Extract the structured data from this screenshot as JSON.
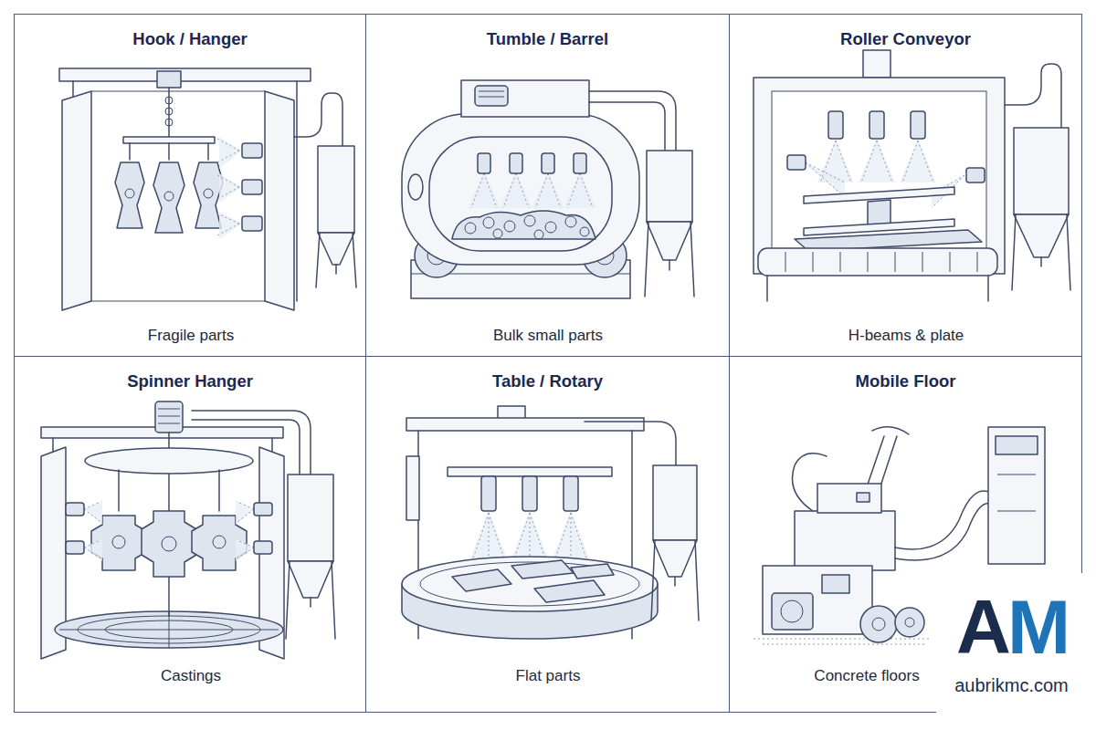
{
  "diagram": {
    "nodes": [
      {
        "text": [
          "Hook / Hanger",
          "Fragile parts"
        ]
      },
      {
        "text": [
          "Tumble / Barrel",
          "Bulk small parts"
        ]
      },
      {
        "text": [
          "Roller Conveyor",
          "H-beams & plate"
        ]
      },
      {
        "text": [
          "Spinner Hanger",
          "Castings"
        ]
      },
      {
        "text": [
          "Table / Rotary",
          "Flat parts"
        ]
      },
      {
        "text": [
          "Mobile Floor",
          "Concrete floors"
        ]
      }
    ],
    "labels": [
      "AM",
      "aubrikmc.com"
    ]
  }
}
